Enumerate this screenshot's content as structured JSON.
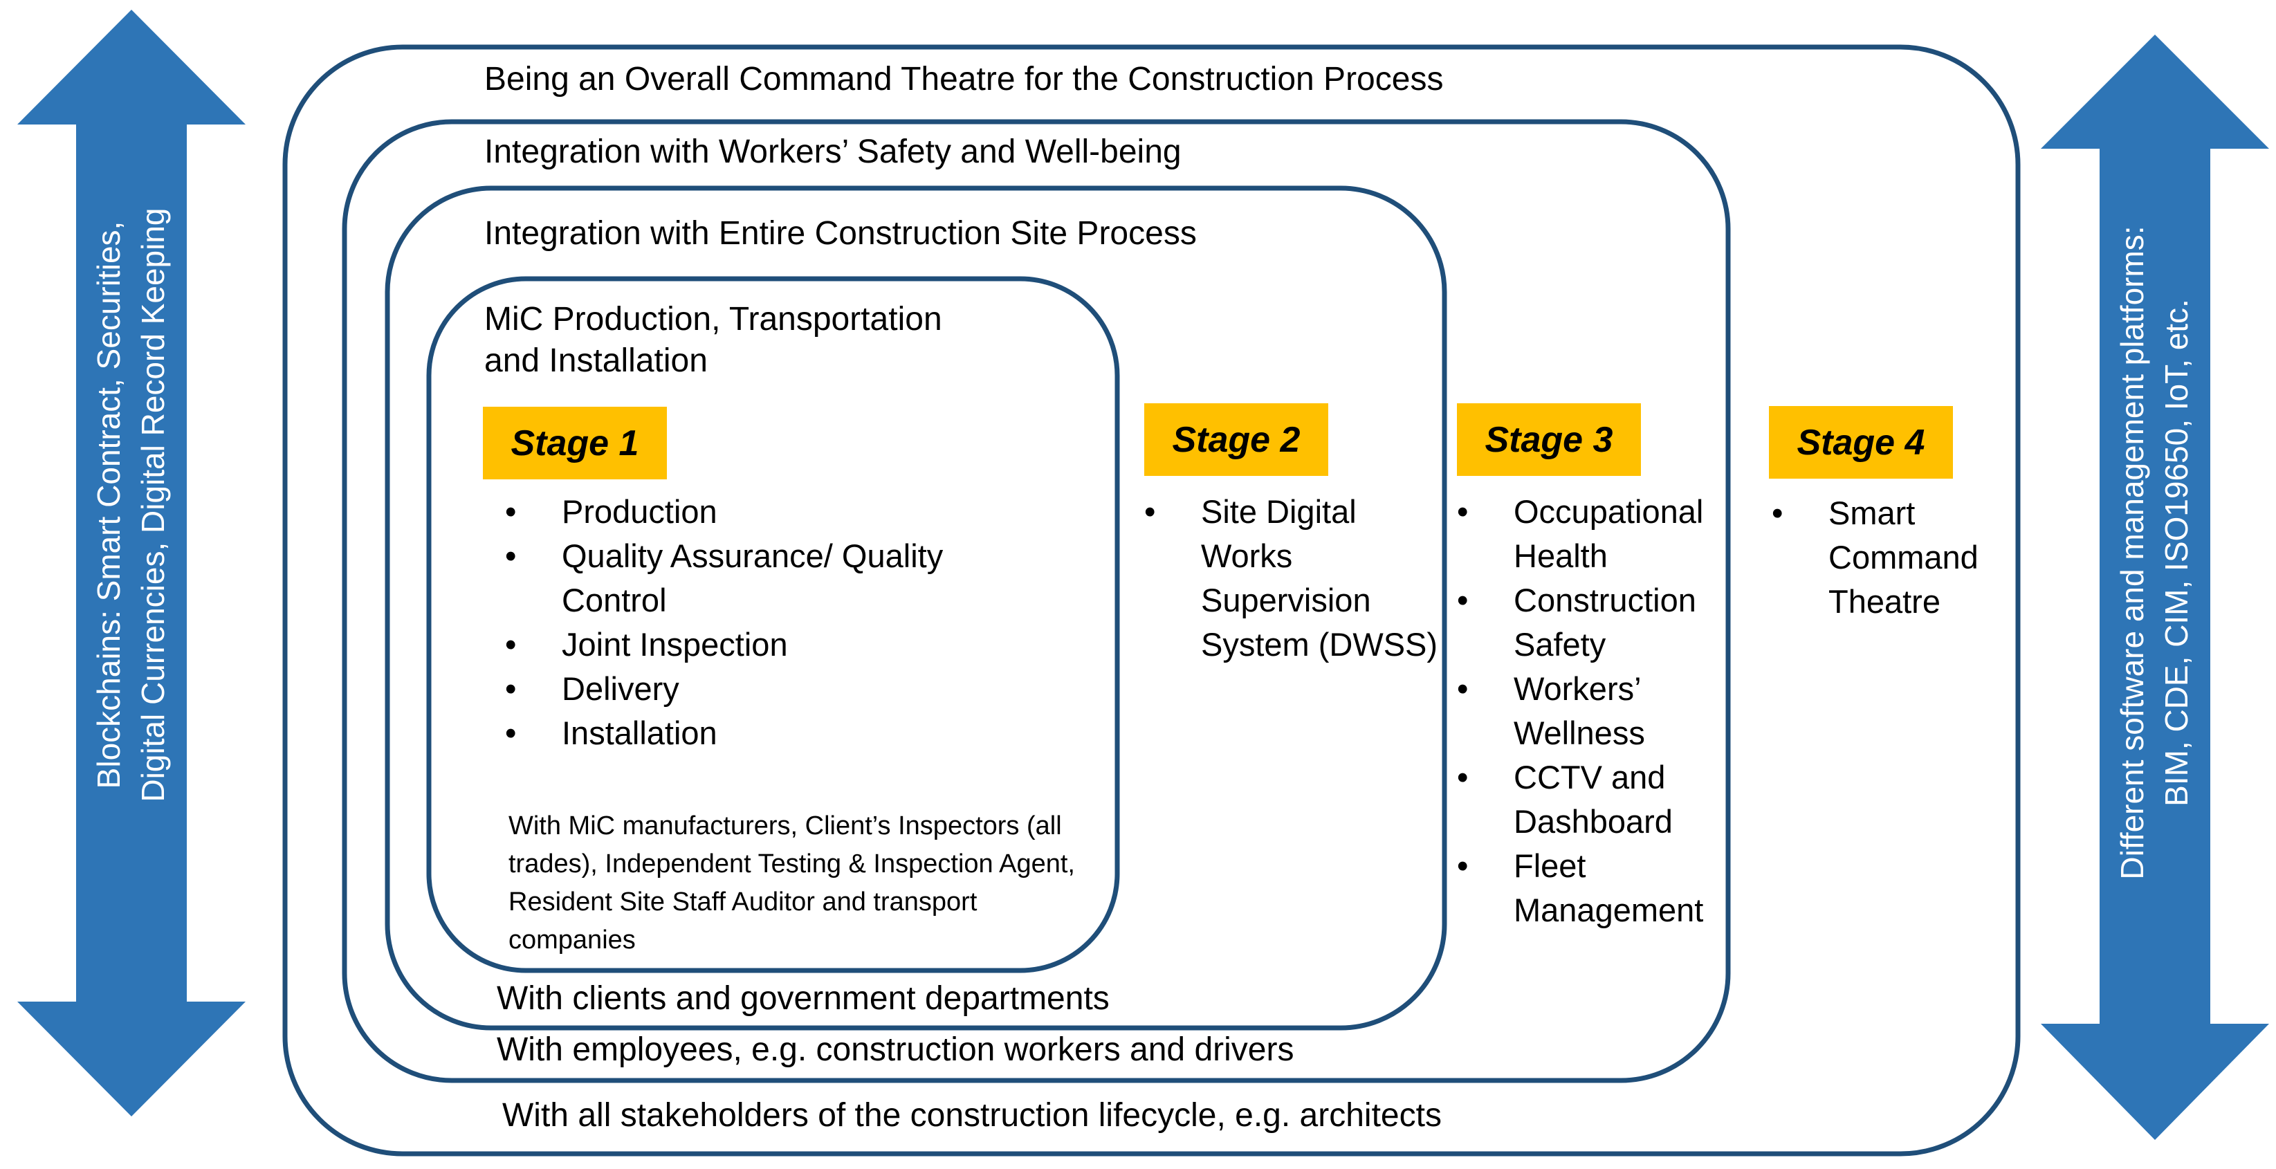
{
  "colors": {
    "frame": "#1F4E79",
    "arrow": "#2E75B6",
    "stage_tag": "#FFC000"
  },
  "left_arrow": {
    "line1": "Blockchains: Smart Contract, Securities,",
    "line2": "Digital Currencies, Digital Record Keeping"
  },
  "right_arrow": {
    "line1": "Different software and management platforms:",
    "line2": "BIM, CDE, CIM, ISO19650, IoT, etc."
  },
  "layers": {
    "outer": {
      "title": "Being an Overall Command Theatre for the Construction Process",
      "footer": "With all stakeholders of the construction lifecycle, e.g. architects"
    },
    "safety": {
      "title": "Integration with Workers’ Safety and Well-being",
      "footer": "With employees, e.g. construction workers and drivers"
    },
    "site": {
      "title": "Integration with Entire Construction Site Process",
      "footer": "With clients and government departments"
    },
    "mic": {
      "title_line1": "MiC Production, Transportation",
      "title_line2": "and Installation",
      "footer": "With MiC manufacturers, Client’s Inspectors (all trades), Independent Testing & Inspection Agent, Resident Site Staff Auditor and transport companies"
    }
  },
  "stages": [
    {
      "label": "Stage 1",
      "items": [
        "Production",
        "Quality Assurance/ Quality Control",
        "Joint Inspection",
        "Delivery",
        "Installation"
      ]
    },
    {
      "label": "Stage 2",
      "items": [
        "Site Digital Works Supervision System (DWSS)"
      ]
    },
    {
      "label": "Stage 3",
      "items": [
        "Occupational Health",
        "Construction Safety",
        "Workers’ Wellness",
        "CCTV and Dashboard",
        "Fleet Management"
      ]
    },
    {
      "label": "Stage 4",
      "items": [
        "Smart Command Theatre"
      ]
    }
  ]
}
